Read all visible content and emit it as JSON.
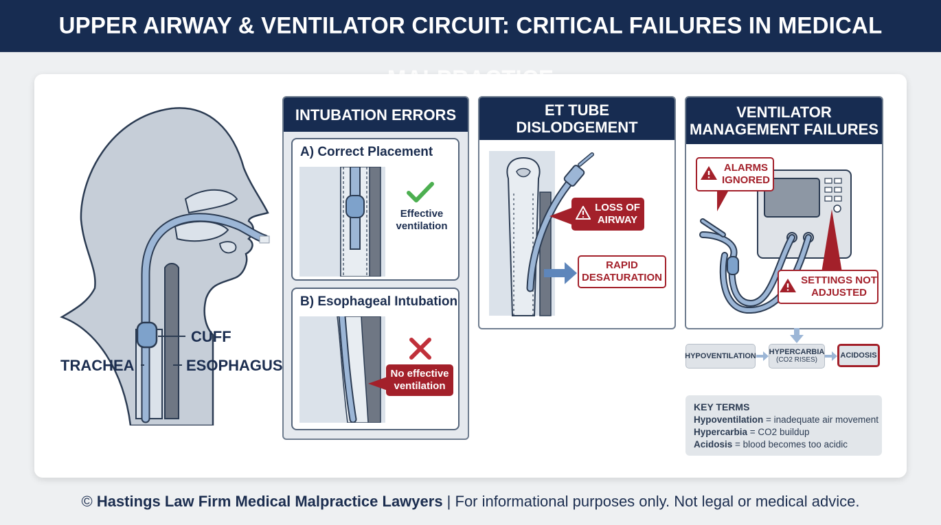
{
  "title": "UPPER AIRWAY & VENTILATOR CIRCUIT: CRITICAL FAILURES IN MEDICAL MALPRACTICE",
  "anatomy": {
    "cuff": "CUFF",
    "trachea": "TRACHEA",
    "esophagus": "ESOPHAGUS"
  },
  "intubation": {
    "title": "INTUBATION ERRORS",
    "correct": {
      "title": "A) Correct Placement",
      "note_line1": "Effective",
      "note_line2": "ventilation"
    },
    "esophageal": {
      "title": "B) Esophageal Intubation",
      "note_line1": "No effective",
      "note_line2": "ventilation"
    }
  },
  "dislodgement": {
    "title_line1": "ET TUBE",
    "title_line2": "DISLODGEMENT",
    "loss_line1": "LOSS OF",
    "loss_line2": "AIRWAY",
    "rapid_line1": "RAPID",
    "rapid_line2": "DESATURATION"
  },
  "ventilator": {
    "title_line1": "VENTILATOR",
    "title_line2": "MANAGEMENT FAILURES",
    "alarms_line1": "ALARMS",
    "alarms_line2": "IGNORED",
    "settings_line1": "SETTINGS NOT",
    "settings_line2": "ADJUSTED"
  },
  "flow": {
    "step1": "HYPOVENTILATION",
    "step2_line1": "HYPERCARBIA",
    "step2_line2": "(CO2 RISES)",
    "step3": "ACIDOSIS"
  },
  "key_terms": {
    "title": "KEY TERMS",
    "items": [
      {
        "term": "Hypoventilation",
        "def": " = inadequate air movement"
      },
      {
        "term": "Hypercarbia",
        "def": " = CO2 buildup"
      },
      {
        "term": "Acidosis",
        "def": " = blood becomes too acidic"
      }
    ]
  },
  "footer": {
    "symbol": "©",
    "firm": "Hastings Law Firm Medical Malpractice Lawyers",
    "disclaimer": " | For informational purposes only. Not legal or medical advice."
  },
  "colors": {
    "navy": "#172c51",
    "alert_red": "#a3202a",
    "tube_blue": "#9cb6d6",
    "ok_green": "#4caf50"
  }
}
